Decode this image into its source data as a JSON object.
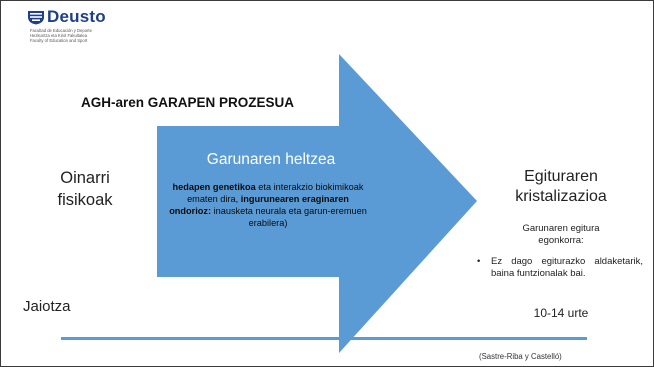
{
  "logo": {
    "name": "Deusto",
    "subtitle_lines": [
      "Facultad de Educación y Deporte",
      "Hezkuntza eta Kirol Fakultatea",
      "Faculty of Education and Sport"
    ],
    "color": "#1f3f8c"
  },
  "slide": {
    "title": "AGH-aren GARAPEN PROZESUA",
    "left_label": "Oinarri fisikoak",
    "birth_label": "Jaiotza",
    "arrow": {
      "color": "#5b9bd5",
      "heading": "Garunaren heltzea",
      "body_bold_1": "hedapen genetikoa",
      "body_text_1": " eta interakzio biokimikoak ematen dira, ",
      "body_bold_2": "ingurunearen eraginaren ondorioz:",
      "body_text_2": " inausketa neurala eta garun-eremuen erabilera)"
    },
    "right": {
      "title": "Egituraren kristalizazioa",
      "subtitle": "Garunaren egitura egonkorra:",
      "bullet_mark": "•",
      "bullet": "Ez dago egiturazko aldaketarik, baina funtzionalak bai.",
      "age": "10-14 urte"
    },
    "timeline_color": "#5b9bd5",
    "citation": "(Sastre-Riba y Castelló)"
  }
}
